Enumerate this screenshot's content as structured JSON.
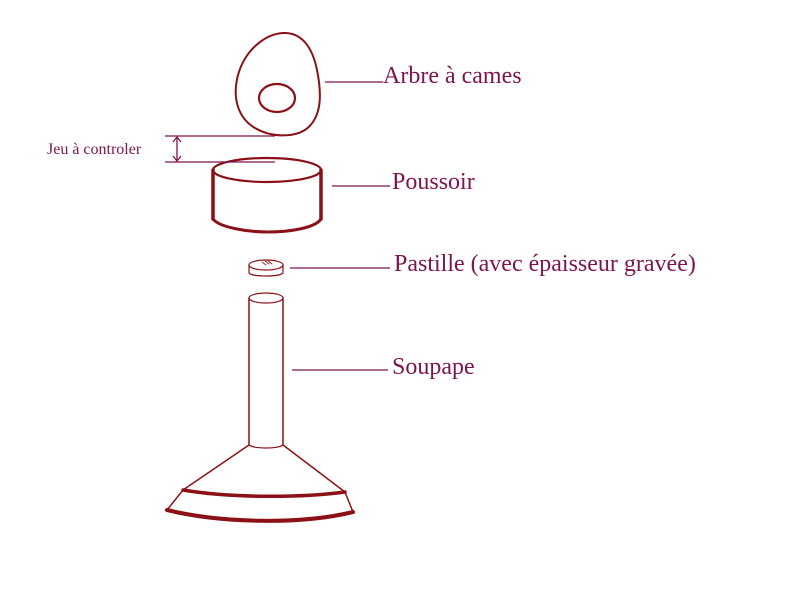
{
  "labels": {
    "camshaft": "Arbre à cames",
    "tappet": "Poussoir",
    "shim": "Pastille (avec épaisseur gravée)",
    "valve": "Soupape",
    "clearance": "Jeu à controler"
  },
  "colors": {
    "drawing": "#8b1116",
    "annotation": "#7d1450"
  }
}
